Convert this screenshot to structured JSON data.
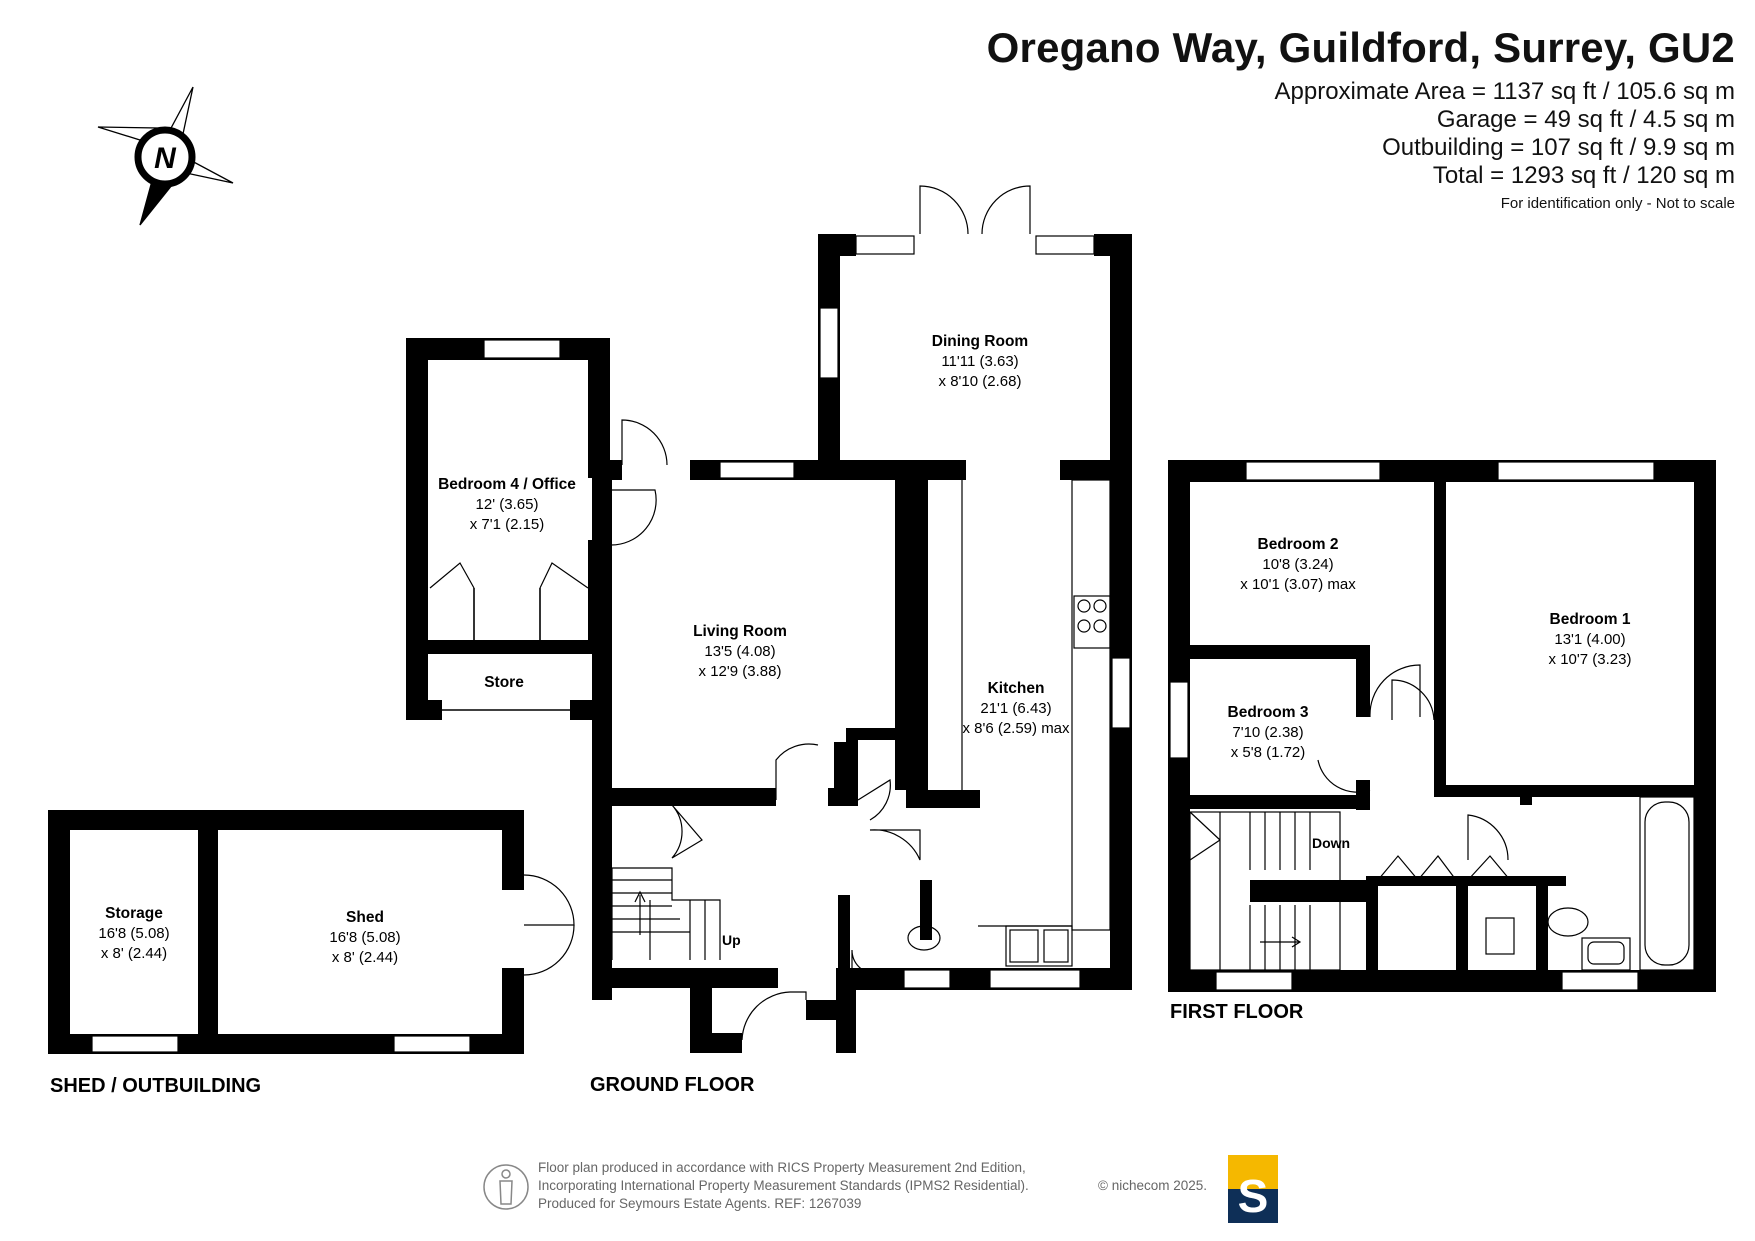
{
  "header": {
    "title": "Oregano Way, Guildford, Surrey, GU2",
    "areas": [
      "Approximate Area = 1137 sq ft / 105.6 sq m",
      "Garage = 49 sq ft / 4.5 sq m",
      "Outbuilding = 107 sq ft / 9.9 sq m",
      "Total = 1293 sq ft / 120 sq m"
    ],
    "disclaimer": "For identification only - Not to scale"
  },
  "compass": {
    "letter": "N"
  },
  "rooms": {
    "dining": {
      "name": "Dining Room",
      "dims": [
        "11'11 (3.63)",
        "x 8'10 (2.68)"
      ]
    },
    "bedroom4": {
      "name": "Bedroom 4 / Office",
      "dims": [
        "12' (3.65)",
        "x 7'1 (2.15)"
      ]
    },
    "store": {
      "name": "Store",
      "dims": []
    },
    "living": {
      "name": "Living Room",
      "dims": [
        "13'5 (4.08)",
        "x 12'9 (3.88)"
      ]
    },
    "kitchen": {
      "name": "Kitchen",
      "dims": [
        "21'1 (6.43)",
        "x 8'6 (2.59) max"
      ]
    },
    "bedroom2": {
      "name": "Bedroom 2",
      "dims": [
        "10'8 (3.24)",
        "x 10'1 (3.07) max"
      ]
    },
    "bedroom1": {
      "name": "Bedroom 1",
      "dims": [
        "13'1 (4.00)",
        "x 10'7 (3.23)"
      ]
    },
    "bedroom3": {
      "name": "Bedroom 3",
      "dims": [
        "7'10 (2.38)",
        "x 5'8 (1.72)"
      ]
    },
    "storage": {
      "name": "Storage",
      "dims": [
        "16'8 (5.08)",
        "x 8' (2.44)"
      ]
    },
    "shed": {
      "name": "Shed",
      "dims": [
        "16'8 (5.08)",
        "x 8' (2.44)"
      ]
    }
  },
  "stair_labels": {
    "up": "Up",
    "down": "Down"
  },
  "floors": {
    "ground": "GROUND FLOOR",
    "first": "FIRST FLOOR",
    "outbuilding": "SHED / OUTBUILDING"
  },
  "footer": {
    "lines": [
      "Floor plan produced in accordance with RICS Property Measurement 2nd Edition,",
      "Incorporating International Property Measurement Standards (IPMS2 Residential).",
      "Produced for Seymours Estate Agents.   REF: 1267039"
    ],
    "copyright": "© nichecom 2025.",
    "logo_letter": "S",
    "logo_colors": {
      "top": "#f5b800",
      "bottom": "#0e2f57"
    }
  }
}
